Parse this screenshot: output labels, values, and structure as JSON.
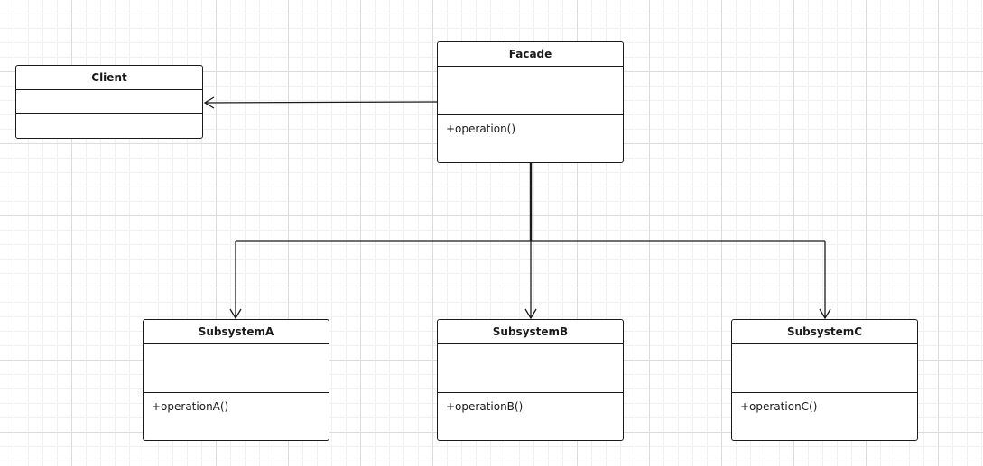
{
  "diagram": {
    "classes": {
      "client": {
        "name": "Client",
        "methods": []
      },
      "facade": {
        "name": "Facade",
        "methods": [
          "+operation()"
        ]
      },
      "subsystem_a": {
        "name": "SubsystemA",
        "methods": [
          "+operationA()"
        ]
      },
      "subsystem_b": {
        "name": "SubsystemB",
        "methods": [
          "+operationB()"
        ]
      },
      "subsystem_c": {
        "name": "SubsystemC",
        "methods": [
          "+operationC()"
        ]
      }
    },
    "relationships": [
      {
        "from": "Facade",
        "to": "Client",
        "type": "directed-association"
      },
      {
        "from": "Facade",
        "to": "SubsystemA",
        "type": "directed-association"
      },
      {
        "from": "Facade",
        "to": "SubsystemB",
        "type": "directed-association"
      },
      {
        "from": "Facade",
        "to": "SubsystemC",
        "type": "directed-association"
      }
    ],
    "colors": {
      "line": "#1a1a1a",
      "background": "#ffffff",
      "grid": "#dcdcdc"
    }
  }
}
